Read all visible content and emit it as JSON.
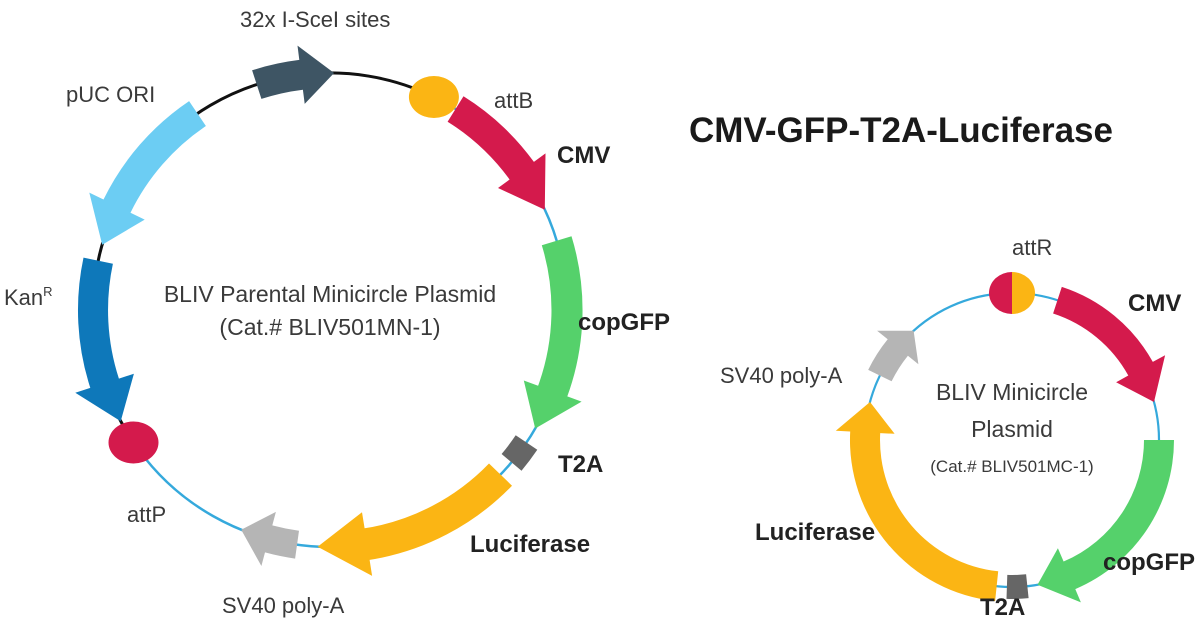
{
  "title": "CMV-GFP-T2A-Luciferase",
  "colors": {
    "backbone": "#111111",
    "cassette_line": "#35a9dc",
    "i_scei": "#3e5564",
    "puc_ori": "#6ccdf3",
    "kan": "#0e78ba",
    "att": "#d41a4c",
    "attb": "#fbb514",
    "cmv": "#d41a4c",
    "copgfp": "#55d16b",
    "t2a": "#666666",
    "luciferase": "#fbb514",
    "sv40": "#b5b5b5"
  },
  "parental": {
    "name": "BLIV Parental Minicircle Plasmid",
    "catalog": "(Cat.# BLIV501MN-1)",
    "labels": {
      "i_scei": "32x I-SceI sites",
      "puc_ori": "pUC ORI",
      "kan": "Kan",
      "kan_sup": "R",
      "attb": "attB",
      "attp": "attP",
      "cmv": "CMV",
      "copgfp": "copGFP",
      "t2a": "T2A",
      "luciferase": "Luciferase",
      "sv40": "SV40 poly-A"
    }
  },
  "minicircle": {
    "name_line1": "BLIV Minicircle",
    "name_line2": "Plasmid",
    "catalog": "(Cat.# BLIV501MC-1)",
    "labels": {
      "attr": "attR",
      "cmv": "CMV",
      "copgfp": "copGFP",
      "t2a": "T2A",
      "luciferase": "Luciferase",
      "sv40": "SV40 poly-A"
    }
  }
}
